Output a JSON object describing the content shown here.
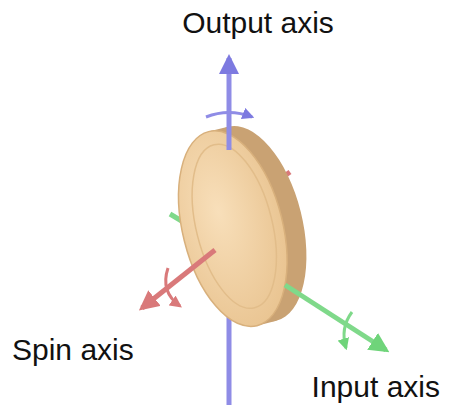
{
  "diagram": {
    "labels": [
      "Output axis",
      "Spin axis",
      "Input axis"
    ]
  }
}
